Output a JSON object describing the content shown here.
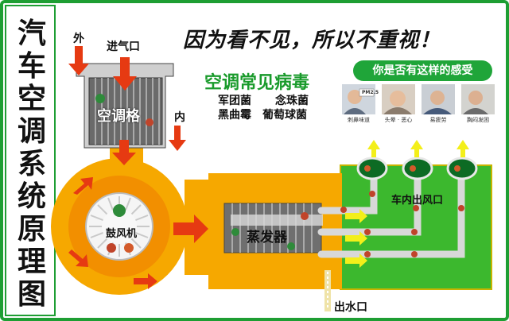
{
  "side_title": [
    "汽",
    "车",
    "空",
    "调",
    "系",
    "统",
    "原",
    "理",
    "图"
  ],
  "slogan": "因为看不见，所以不重视！",
  "labels": {
    "outside": "外",
    "air_intake": "进气口",
    "inside": "内",
    "filter": "空调格",
    "blower": "鼓风机",
    "evaporator": "蒸发器",
    "cabin_outlet": "车内出风口",
    "water_outlet": "出水口"
  },
  "viruses": {
    "title": "空调常见病毒",
    "line1": [
      "军团菌",
      "念珠菌"
    ],
    "line2": [
      "黑曲霉",
      "葡萄球菌"
    ]
  },
  "feelings": {
    "question": "你是否有这样的感受",
    "items": [
      {
        "caption": "刺鼻味道",
        "badge": "PM2.5"
      },
      {
        "caption": "头晕 · 恶心",
        "badge": ""
      },
      {
        "caption": "易疲劳",
        "badge": ""
      },
      {
        "caption": "胸闷发困",
        "badge": ""
      }
    ]
  },
  "colors": {
    "frame_green": "#1e9e33",
    "cabin_green": "#3cb82e",
    "duct_orange": "#f6a800",
    "fan_orange": "#f08a00",
    "arrow_red": "#e63a12",
    "arrow_yellow": "#f3ef1a",
    "title_green": "#1a9b2c"
  }
}
